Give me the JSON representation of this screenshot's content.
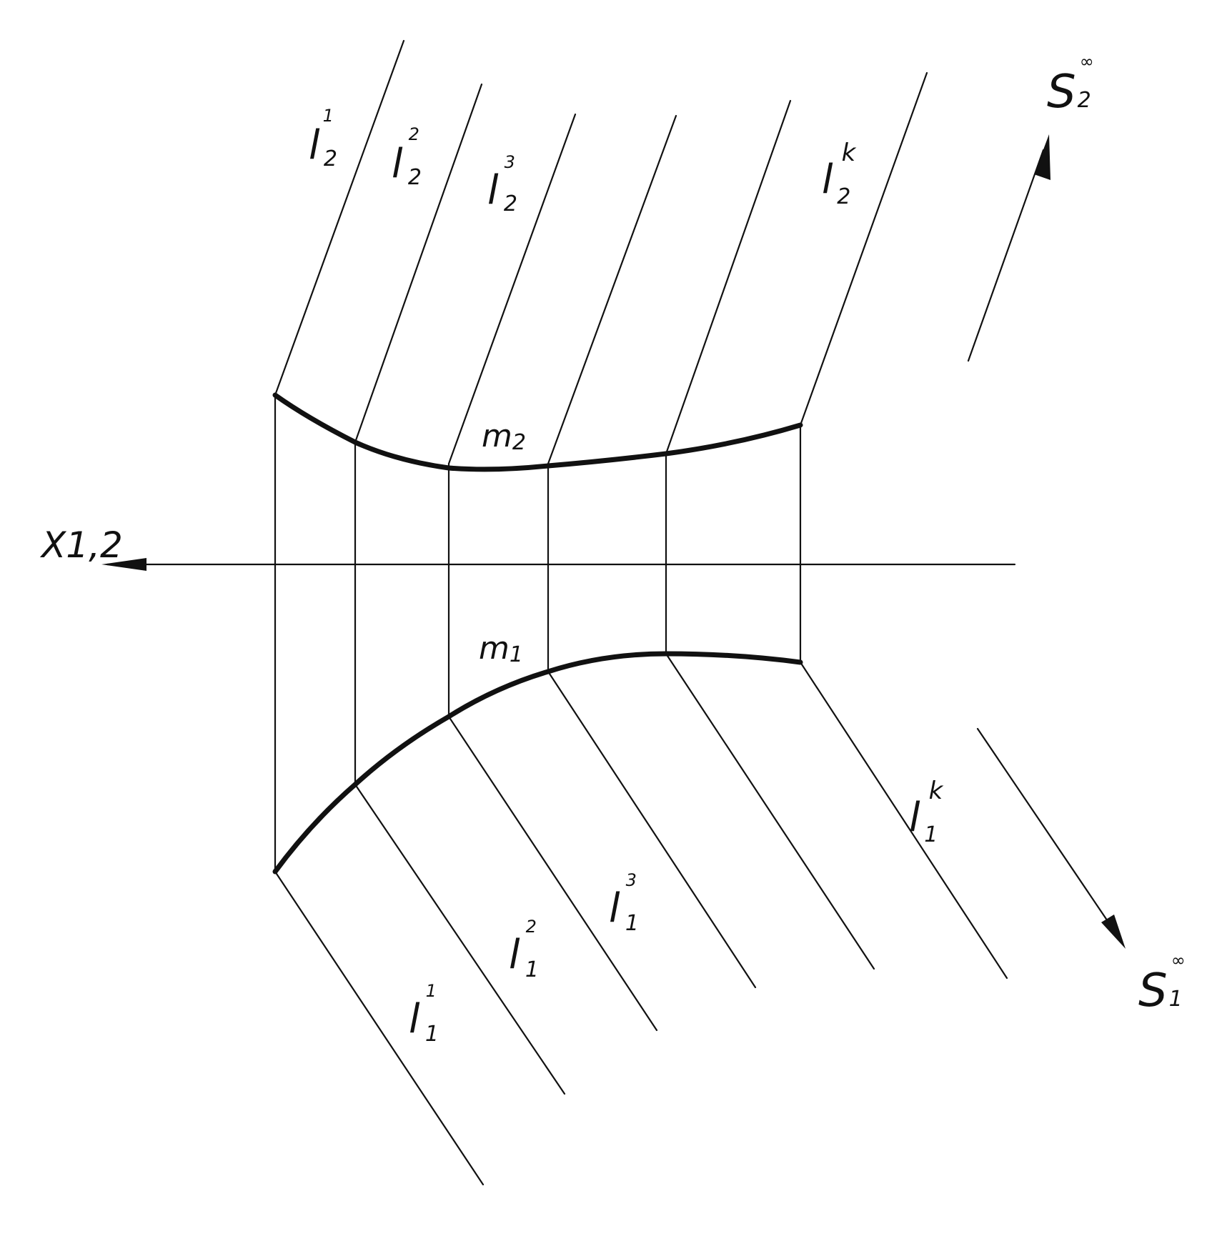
{
  "axis": {
    "label": "X1,2"
  },
  "curves": {
    "upper": {
      "label": "m",
      "index": "2"
    },
    "lower": {
      "label": "m",
      "index": "1"
    }
  },
  "directions": {
    "upper": {
      "label": "S",
      "sub": "2",
      "sup": "∞"
    },
    "lower": {
      "label": "S",
      "sub": "1",
      "sup": "∞"
    }
  },
  "upper_lines": [
    {
      "label": "l",
      "sub": "2",
      "sup": "1"
    },
    {
      "label": "l",
      "sub": "2",
      "sup": "2"
    },
    {
      "label": "l",
      "sub": "2",
      "sup": "3"
    },
    {
      "label": "l",
      "sub": "2",
      "sup": "k"
    }
  ],
  "lower_lines": [
    {
      "label": "l",
      "sub": "1",
      "sup": "1"
    },
    {
      "label": "l",
      "sub": "1",
      "sup": "2"
    },
    {
      "label": "l",
      "sub": "1",
      "sup": "3"
    },
    {
      "label": "l",
      "sub": "1",
      "sup": "k"
    }
  ]
}
